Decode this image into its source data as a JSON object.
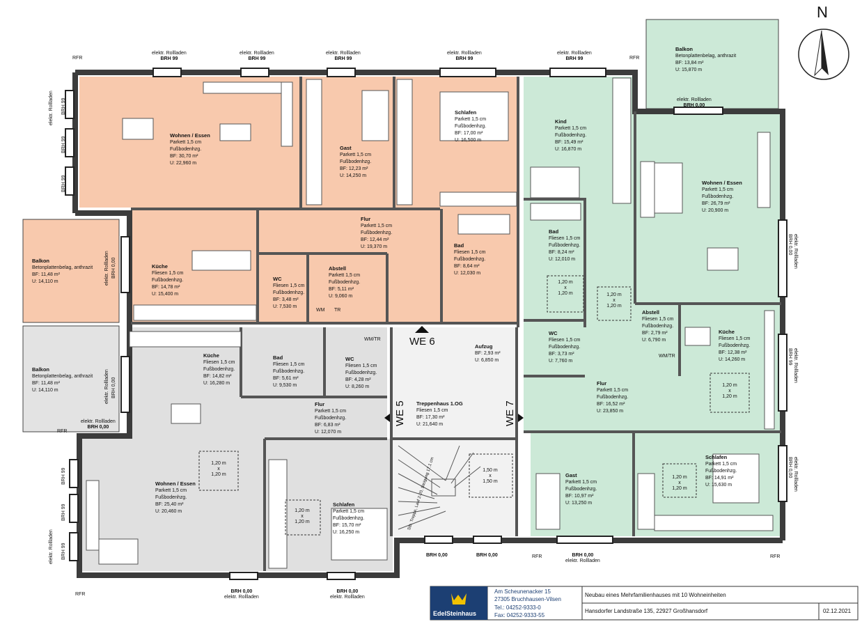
{
  "north_label": "N",
  "colors": {
    "unit_salmon": "#f8c9ad",
    "unit_green": "#cce9d7",
    "unit_gray": "#e0e0e0",
    "balcony_salmon": "#f8c9ad",
    "balcony_gray": "#e3e3e3",
    "wall": "#3c3c3c",
    "logo_blue": "#1c3f73",
    "logo_gold": "#f2c200"
  },
  "rooms": [
    {
      "id": "wohnen-1",
      "title": "Wohnen / Essen",
      "lines": [
        "Parkett 1,5 cm",
        "Fußbodenhzg.",
        "BF: 30,70 m²",
        "U: 22,960 m"
      ]
    },
    {
      "id": "gast-1",
      "title": "Gast",
      "lines": [
        "Parkett 1,5 cm",
        "Fußbodenhzg.",
        "BF: 12,23 m²",
        "U: 14,250 m"
      ]
    },
    {
      "id": "schlafen-1",
      "title": "Schlafen",
      "lines": [
        "Parkett 1,5 cm",
        "Fußbodenhzg.",
        "BF: 17,00 m²",
        "U: 16,500 m"
      ]
    },
    {
      "id": "flur-1",
      "title": "Flur",
      "lines": [
        "Parkett 1,5 cm",
        "Fußbodenhzg.",
        "BF: 12,44 m²",
        "U: 19,370 m"
      ]
    },
    {
      "id": "kueche-1",
      "title": "Küche",
      "lines": [
        "Fliesen 1,5 cm",
        "Fußbodenhzg.",
        "BF: 14,78 m²",
        "U: 15,400 m"
      ]
    },
    {
      "id": "wc-1",
      "title": "WC",
      "lines": [
        "Fliesen 1,5 cm",
        "Fußbodenhzg.",
        "BF: 3,48 m²",
        "U: 7,530 m"
      ]
    },
    {
      "id": "abstell-1",
      "title": "Abstell",
      "lines": [
        "Parkett 1,5 cm",
        "Fußbodenhzg.",
        "BF: 5,11 m²",
        "U: 9,060 m"
      ]
    },
    {
      "id": "bad-1",
      "title": "Bad",
      "lines": [
        "Fliesen 1,5 cm",
        "Fußbodenhzg.",
        "BF: 8,64 m²",
        "U: 12,030 m"
      ]
    },
    {
      "id": "kind-2",
      "title": "Kind",
      "lines": [
        "Parkett 1,5 cm",
        "Fußbodenhzg.",
        "BF: 15,49 m²",
        "U: 16,870 m"
      ]
    },
    {
      "id": "wohnen-2",
      "title": "Wohnen / Essen",
      "lines": [
        "Parkett 1,5 cm",
        "Fußbodenhzg.",
        "BF: 26,79 m²",
        "U: 20,900 m"
      ]
    },
    {
      "id": "bad-2",
      "title": "Bad",
      "lines": [
        "Fliesen 1,5 cm",
        "Fußbodenhzg.",
        "BF: 8,24 m²",
        "U: 12,010 m"
      ]
    },
    {
      "id": "abstell-2",
      "title": "Abstell",
      "lines": [
        "Fliesen 1,5 cm",
        "Fußbodenhzg.",
        "BF: 2,79 m²",
        "U: 6,790 m"
      ]
    },
    {
      "id": "kueche-2",
      "title": "Küche",
      "lines": [
        "Fliesen 1,5 cm",
        "Fußbodenhzg.",
        "BF: 12,38 m²",
        "U: 14,260 m"
      ]
    },
    {
      "id": "wc-2",
      "title": "WC",
      "lines": [
        "Fliesen 1,5 cm",
        "Fußbodenhzg.",
        "BF: 3,73 m²",
        "U: 7,760 m"
      ]
    },
    {
      "id": "flur-2",
      "title": "Flur",
      "lines": [
        "Parkett 1,5 cm",
        "Fußbodenhzg.",
        "BF: 16,52 m²",
        "U: 23,850 m"
      ]
    },
    {
      "id": "gast-2",
      "title": "Gast",
      "lines": [
        "Parkett 1,5 cm",
        "Fußbodenhzg.",
        "BF: 10,97 m²",
        "U: 13,250 m"
      ]
    },
    {
      "id": "schlafen-2",
      "title": "Schlafen",
      "lines": [
        "Parkett 1,5 cm",
        "Fußbodenhzg.",
        "BF: 14,91 m²",
        "U: 15,630 m"
      ]
    },
    {
      "id": "kueche-3",
      "title": "Küche",
      "lines": [
        "Fliesen 1,5 cm",
        "Fußbodenhzg.",
        "BF: 14,82 m²",
        "U: 16,280 m"
      ]
    },
    {
      "id": "bad-3",
      "title": "Bad",
      "lines": [
        "Fliesen 1,5 cm",
        "Fußbodenhzg.",
        "BF: 5,61 m²",
        "U: 9,530 m"
      ]
    },
    {
      "id": "wc-3",
      "title": "WC",
      "lines": [
        "Fliesen 1,5 cm",
        "Fußbodenhzg.",
        "BF: 4,28 m²",
        "U: 8,260 m"
      ]
    },
    {
      "id": "flur-3",
      "title": "Flur",
      "lines": [
        "Parkett 1,5 cm",
        "Fußbodenhzg.",
        "BF: 6,83 m²",
        "U: 12,070 m"
      ]
    },
    {
      "id": "wohnen-3",
      "title": "Wohnen / Essen",
      "lines": [
        "Parkett 1,5 cm",
        "Fußbodenhzg.",
        "BF: 25,40 m²",
        "U: 20,460 m"
      ]
    },
    {
      "id": "schlafen-3",
      "title": "Schlafen",
      "lines": [
        "Parkett 1,5 cm",
        "Fußbodenhzg.",
        "BF: 15,70 m²",
        "U: 16,250 m"
      ]
    },
    {
      "id": "treppenhaus",
      "title": "Treppenhaus 1.OG",
      "lines": [
        "Fliesen 1,5 cm",
        "BF: 17,30 m²",
        "U: 21,640 m"
      ]
    },
    {
      "id": "aufzug",
      "title": "Aufzug",
      "lines": [
        "BF: 2,93 m²",
        "U: 6,850 m"
      ]
    }
  ],
  "balconies": [
    {
      "id": "balkon-ne",
      "title": "Balkon",
      "lines": [
        "Betonplattenbelag, anthrazit",
        "BF: 13,84 m²",
        "U: 15,870 m"
      ]
    },
    {
      "id": "balkon-w1",
      "title": "Balkon",
      "lines": [
        "Betonplattenbelag, anthrazit",
        "BF: 11,48 m²",
        "U: 14,110 m"
      ]
    },
    {
      "id": "balkon-w2",
      "title": "Balkon",
      "lines": [
        "Betonplattenbelag, anthrazit",
        "BF: 11,48 m²",
        "U: 14,110 m"
      ]
    }
  ],
  "units": [
    "WE 6",
    "WE 7",
    "WE 5"
  ],
  "clearance": {
    "l1": "1,20 m",
    "l2": "x",
    "l3": "1,20 m",
    "stair_l1": "1,50 m",
    "stair_l2": "x",
    "stair_l3": "1,50 m"
  },
  "appliance": {
    "wm": "WM",
    "tr": "TR",
    "wmtr": "WM/TR"
  },
  "window_labels": {
    "rolladen": "elektr. Rollladen",
    "brh99": "BRH 99",
    "brh0": "BRH 0,00",
    "rfr": "RFR"
  },
  "stair_label": "Stb. Treppe, Lauf 2-20, Steigung 17,1 cm",
  "title_block": {
    "company": "EdelSteinhaus",
    "address1": "Am Scheunenacker 15",
    "address2": "27305 Bruchhausen-Vilsen",
    "tel": "Tel.: 04252-9333-0",
    "fax": "Fax: 04252-9333-55",
    "project": "Neubau eines Mehrfamilienhauses mit 10 Wohneinheiten",
    "address": "Hansdorfer Landstraße 135, 22927 Großhansdorf",
    "date": "02.12.2021"
  }
}
